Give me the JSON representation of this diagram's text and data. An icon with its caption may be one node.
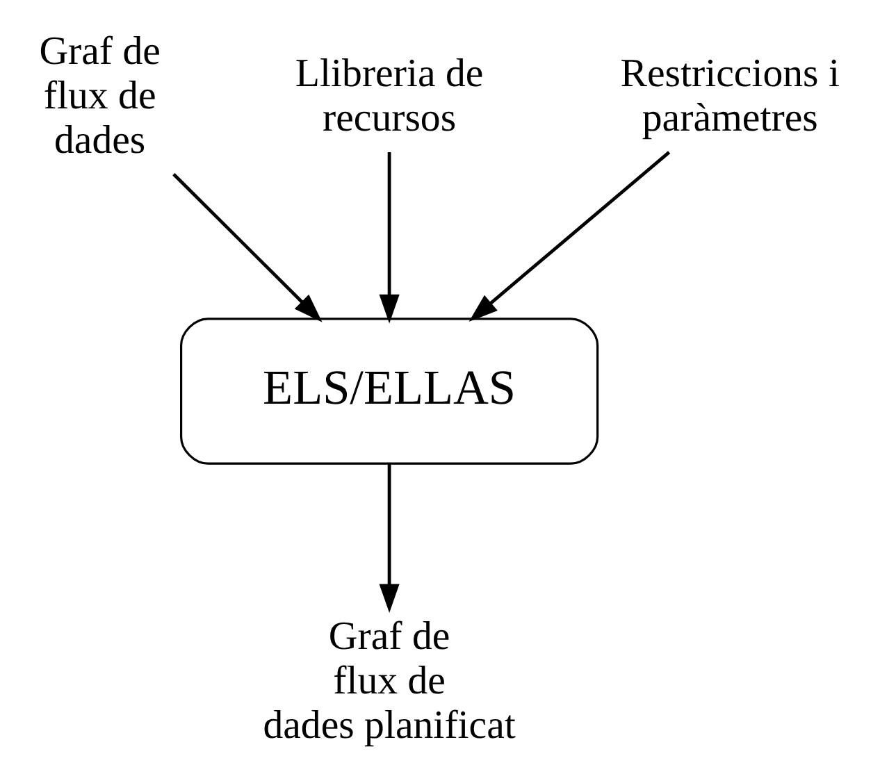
{
  "diagram": {
    "nodes": [
      {
        "text": [
          "Graf de flux de dades"
        ]
      },
      {
        "text": [
          "Llibreria de recursos"
        ]
      },
      {
        "text": [
          "Restriccions i paràmetres"
        ]
      },
      {
        "text": [
          "ELS/ELLAS"
        ]
      },
      {
        "text": [
          "Graf de flux de dades planificat"
        ]
      }
    ],
    "edges": [
      {
        "from": 0,
        "to": 3,
        "arrow": "to"
      },
      {
        "from": 1,
        "to": 3,
        "arrow": "to"
      },
      {
        "from": 2,
        "to": 3,
        "arrow": "to"
      },
      {
        "from": 3,
        "to": 4,
        "arrow": "to"
      }
    ]
  }
}
